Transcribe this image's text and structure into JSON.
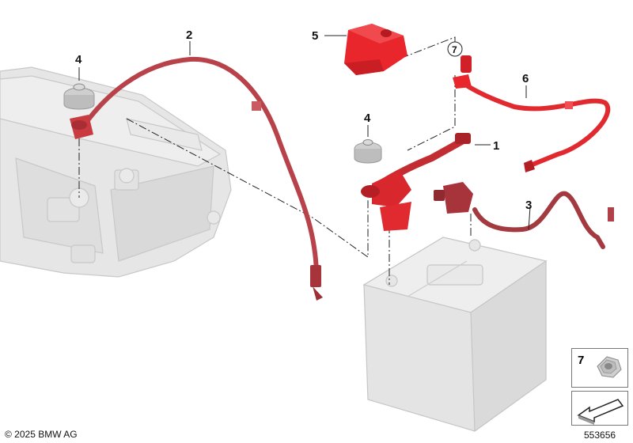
{
  "callouts": [
    {
      "id": "1",
      "label": "1"
    },
    {
      "id": "2",
      "label": "2"
    },
    {
      "id": "3",
      "label": "3"
    },
    {
      "id": "4a",
      "label": "4"
    },
    {
      "id": "4b",
      "label": "4"
    },
    {
      "id": "5",
      "label": "5"
    },
    {
      "id": "6",
      "label": "6"
    },
    {
      "id": "7",
      "label": "7"
    }
  ],
  "legend": {
    "nut_label": "7"
  },
  "footer": {
    "copyright": "© 2025 BMW AG",
    "figure_id": "553656"
  },
  "colors": {
    "part_red": "#e8262b",
    "cable_red": "#b8424a",
    "ghost_gray": "#dcdcdc",
    "ghost_line": "#c4c4c4",
    "leader": "#222222"
  }
}
